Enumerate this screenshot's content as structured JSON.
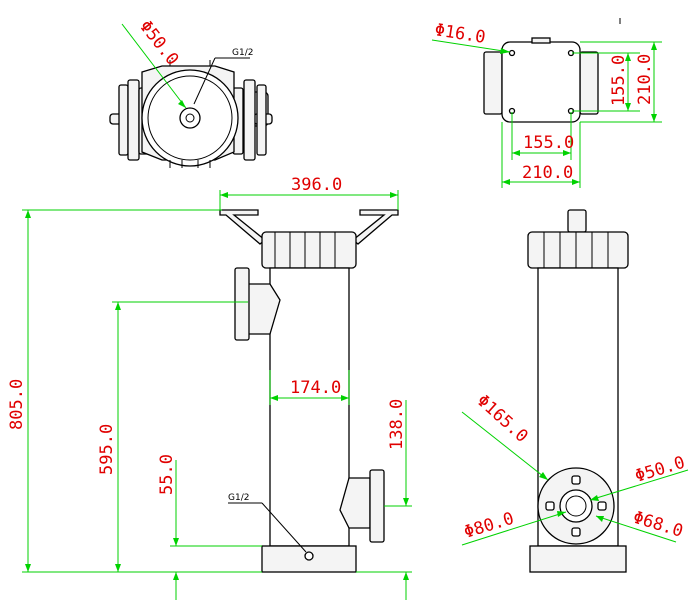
{
  "dimensions": {
    "top_view_outlet_diameter": "Φ50.0",
    "top_view_thread": "G1/2",
    "lid_bolt_diameter": "Φ16.0",
    "lid_inner_height": "155.0",
    "lid_outer_height": "210.0",
    "lid_inner_width": "155.0",
    "lid_outer_width": "210.0",
    "base_width": "396.0",
    "total_height": "805.0",
    "inlet_height": "595.0",
    "body_diameter": "174.0",
    "outlet_offset": "138.0",
    "drain_height": "55.0",
    "drain_thread": "G1/2",
    "flange_diameter": "Φ165.0",
    "pipe_outer_diameter": "Φ50.0",
    "bolt_circle_diameter": "Φ80.0",
    "pipe_inner_diameter": "Φ68.0"
  },
  "colors": {
    "dimension_lines": "#00d200",
    "dimension_text": "#e00000",
    "outline": "#000000"
  }
}
